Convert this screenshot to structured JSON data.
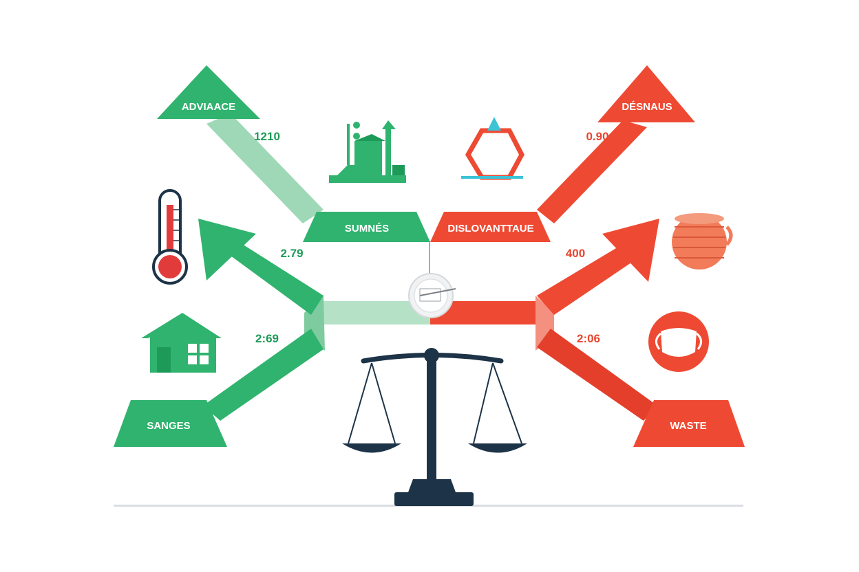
{
  "colors": {
    "green": "#2fb36e",
    "green_dark": "#1e9a58",
    "green_light": "#9fd8b6",
    "red": "#ee4a33",
    "red_dark": "#d93a25",
    "red_light": "#f3907f",
    "navy": "#1d3347",
    "text_green": "#1e9a58",
    "text_red": "#e8452f"
  },
  "left": {
    "top_label": "ADVIAACE",
    "mid_label": "SUMNÉS",
    "bottom_label": "SANGES",
    "values": [
      "1210",
      "2.79",
      "2:69"
    ]
  },
  "right": {
    "top_label": "DÉSNAUS",
    "mid_label": "DISLOVANTTAUE",
    "bottom_label": "WASTE",
    "values": [
      "0.90",
      "400",
      "2:06"
    ]
  },
  "icons": {
    "left": [
      "thermometer-icon",
      "house-icon",
      "city-growth-icon"
    ],
    "right": [
      "warning-hexagon-icon",
      "rope-coil-icon",
      "face-mask-icon"
    ],
    "center": [
      "balance-scale-icon",
      "compass-gauge-icon"
    ]
  }
}
